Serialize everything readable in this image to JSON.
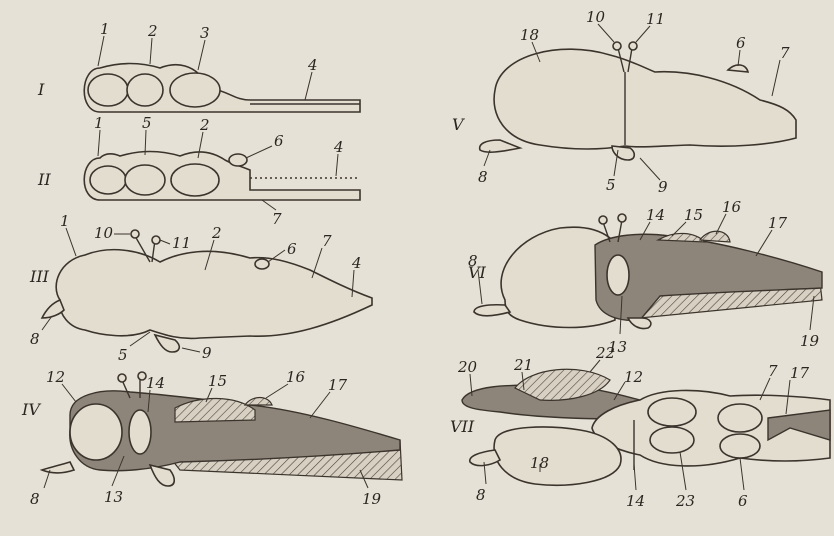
{
  "stages": {
    "s1": "I",
    "s2": "II",
    "s3": "III",
    "s4": "IV",
    "s5": "V",
    "s6": "VI",
    "s7": "VII"
  },
  "labels": {
    "I": [
      "1",
      "2",
      "3",
      "4"
    ],
    "II": [
      "1",
      "5",
      "2",
      "6",
      "4",
      "7"
    ],
    "III": [
      "1",
      "10",
      "11",
      "2",
      "6",
      "7",
      "4",
      "8",
      "5",
      "9"
    ],
    "IV": [
      "12",
      "14",
      "15",
      "16",
      "17",
      "8",
      "13",
      "19"
    ],
    "V": [
      "18",
      "10",
      "11",
      "6",
      "7",
      "8",
      "5",
      "9"
    ],
    "VI": [
      "8",
      "14",
      "15",
      "16",
      "17",
      "13",
      "19"
    ],
    "VII": [
      "20",
      "21",
      "22",
      "12",
      "7",
      "17",
      "8",
      "18",
      "14",
      "23",
      "6"
    ]
  }
}
